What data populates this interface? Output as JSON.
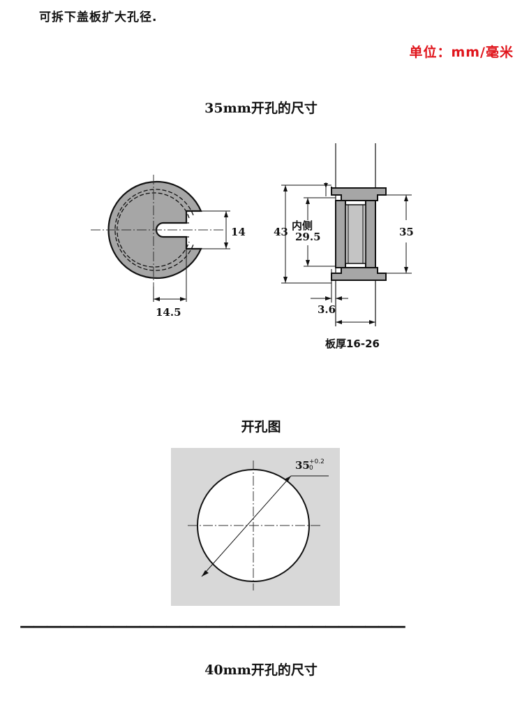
{
  "intro_text": "可拆下盖板扩大孔径.",
  "unit_label": "单位：mm/毫米",
  "colors": {
    "unit_red": "#e0141b",
    "part_gray": "#a6a6a6",
    "panel_gray": "#d8d8d8"
  },
  "section_35": {
    "title": "35mm开孔的尺寸",
    "front_view": {
      "slot_width": "14",
      "offset": "14.5"
    },
    "side_view": {
      "outer": "43",
      "inner_label": "内侧",
      "inner": "29.5",
      "hole": "35",
      "flange": "3.6",
      "thickness_label": "板厚16-26"
    }
  },
  "section_hole": {
    "title": "开孔图",
    "diameter": "35",
    "tol_upper": "+0.2",
    "tol_lower": "0"
  },
  "section_40": {
    "title": "40mm开孔的尺寸"
  },
  "divider": "—————————————————————————————"
}
